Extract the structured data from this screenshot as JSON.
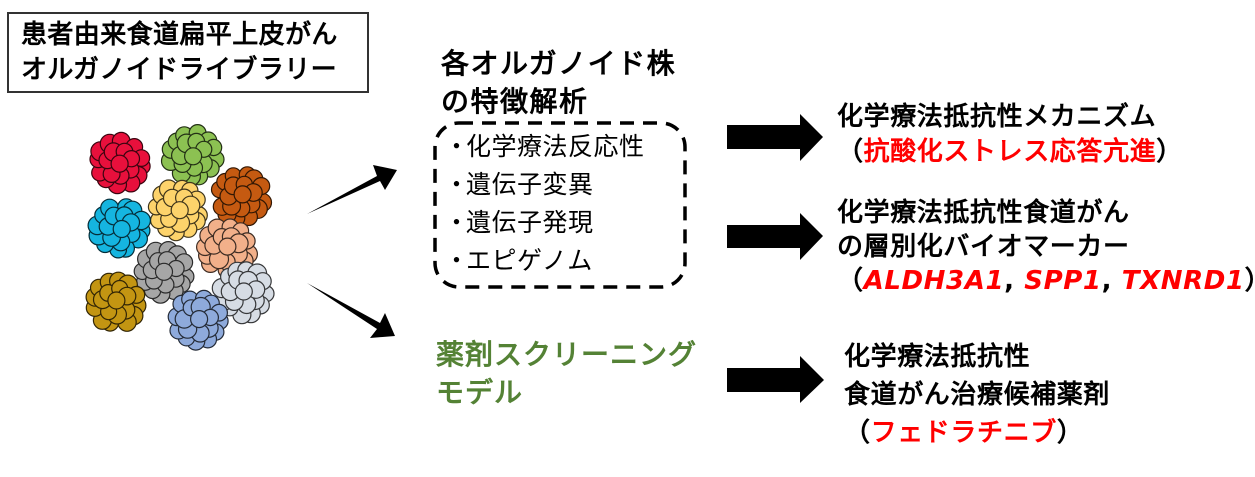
{
  "title_box": {
    "lines": [
      "患者由来食道扁平上皮がん",
      "オルガノイドライブラリー"
    ]
  },
  "organoids": {
    "icon": "organoid-cluster-icon",
    "colors": [
      {
        "name": "red",
        "hex": "#e8103c"
      },
      {
        "name": "green",
        "hex": "#8cc152"
      },
      {
        "name": "yellow",
        "hex": "#fdd36b"
      },
      {
        "name": "brown",
        "hex": "#c55a11"
      },
      {
        "name": "cyan",
        "hex": "#15b5e0"
      },
      {
        "name": "peach",
        "hex": "#f2b08a"
      },
      {
        "name": "gray",
        "hex": "#a6a6a6"
      },
      {
        "name": "gold",
        "hex": "#c39512"
      },
      {
        "name": "light-gray",
        "hex": "#d6dce4"
      },
      {
        "name": "blue",
        "hex": "#8eaadb"
      }
    ]
  },
  "analysis": {
    "heading_lines": [
      "各オルガノイド株",
      "の特徴解析"
    ],
    "bullet": "・",
    "items": [
      "化学療法反応性",
      "遺伝子変異",
      "遺伝子発現",
      "エピゲノム"
    ]
  },
  "screening": {
    "lines": [
      "薬剤スクリーニング",
      "モデル"
    ],
    "color": "#548235"
  },
  "outcomes": [
    {
      "line1": "化学療法抵抗性メカニズム",
      "open_paren": "（",
      "highlight": "抗酸化ストレス応答亢進",
      "close_paren": "）"
    },
    {
      "line1": "化学療法抵抗性食道がん",
      "line2": "の層別化バイオマーカー",
      "open_paren": "（",
      "genes": [
        "ALDH3A1",
        "SPP1",
        "TXNRD1"
      ],
      "separator": ", ",
      "close_paren": "）"
    },
    {
      "line1": "化学療法抵抗性",
      "line2": "食道がん治療候補薬剤",
      "open_paren": "（",
      "highlight": "フェドラチニブ",
      "close_paren": "）"
    }
  ],
  "colors": {
    "highlight_red": "#ff0000",
    "arrow": "#000000"
  }
}
